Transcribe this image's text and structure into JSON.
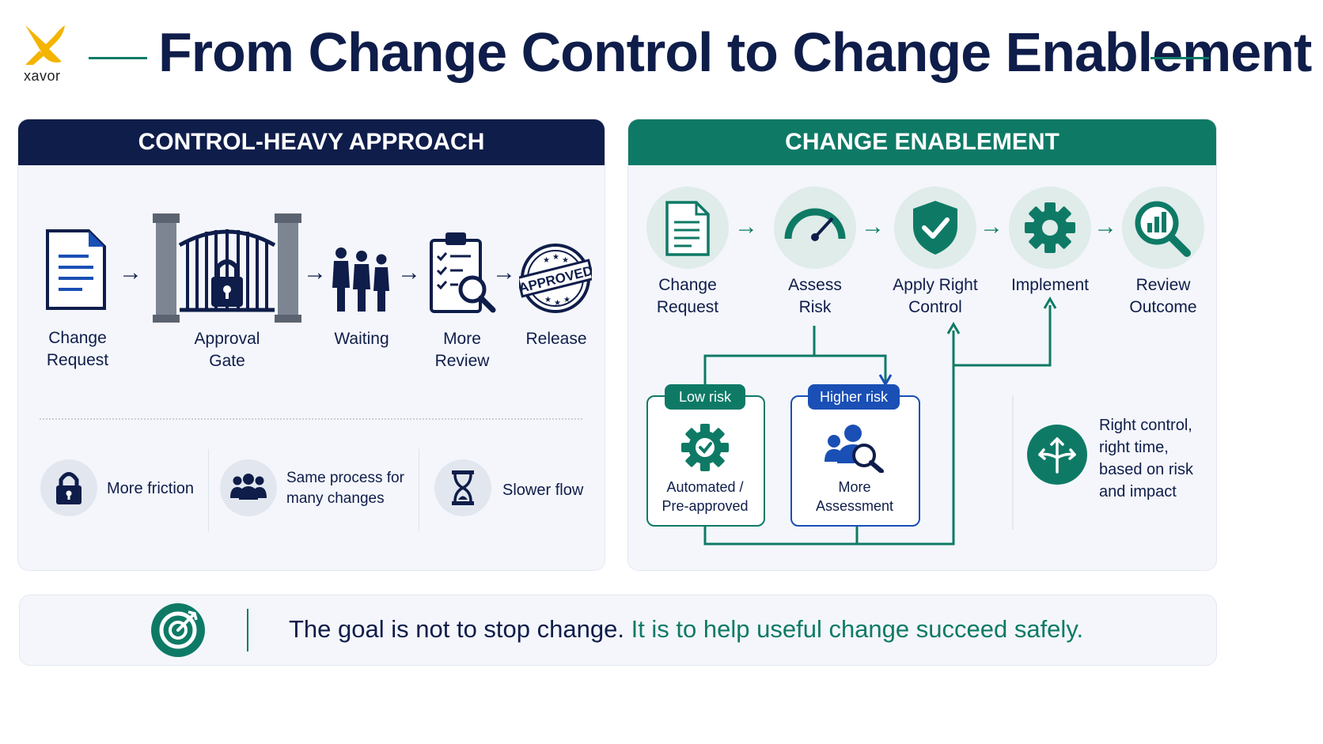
{
  "brand": {
    "name": "xavor"
  },
  "title": "From Change Control to Change Enablement",
  "left_panel": {
    "header": "CONTROL-HEAVY APPROACH",
    "steps": [
      {
        "label_1": "Change",
        "label_2": "Request",
        "icon": "document-icon"
      },
      {
        "label_1": "Approval",
        "label_2": "Gate",
        "icon": "locked-gate-icon"
      },
      {
        "label_1": "Waiting",
        "label_2": "",
        "icon": "people-queue-icon"
      },
      {
        "label_1": "More",
        "label_2": "Review",
        "icon": "clipboard-search-icon"
      },
      {
        "label_1": "Release",
        "label_2": "",
        "icon": "approved-stamp-icon"
      }
    ],
    "stamp_text": "APPROVED",
    "issues": [
      {
        "label_1": "More friction",
        "label_2": "",
        "icon": "lock-icon"
      },
      {
        "label_1": "Same process for",
        "label_2": "many changes",
        "icon": "group-icon"
      },
      {
        "label_1": "Slower flow",
        "label_2": "",
        "icon": "hourglass-icon"
      }
    ]
  },
  "right_panel": {
    "header": "CHANGE ENABLEMENT",
    "steps": [
      {
        "label_1": "Change",
        "label_2": "Request",
        "icon": "document-icon"
      },
      {
        "label_1": "Assess",
        "label_2": "Risk",
        "icon": "gauge-icon"
      },
      {
        "label_1": "Apply Right",
        "label_2": "Control",
        "icon": "shield-check-icon"
      },
      {
        "label_1": "Implement",
        "label_2": "",
        "icon": "gear-icon"
      },
      {
        "label_1": "Review",
        "label_2": "Outcome",
        "icon": "chart-search-icon"
      }
    ],
    "low_risk": {
      "tag": "Low risk",
      "label_1": "Automated /",
      "label_2": "Pre-approved"
    },
    "higher_risk": {
      "tag": "Higher risk",
      "label_1": "More",
      "label_2": "Assessment"
    },
    "summary": [
      "Right control,",
      "right time,",
      "based on risk",
      "and impact"
    ]
  },
  "footer": {
    "part_1": "The goal is not to stop change.",
    "part_2": "It is to help useful change succeed safely."
  },
  "colors": {
    "navy": "#0f1d4a",
    "teal": "#0e7a66",
    "blue": "#1a4fb5",
    "gold": "#f4b400"
  }
}
